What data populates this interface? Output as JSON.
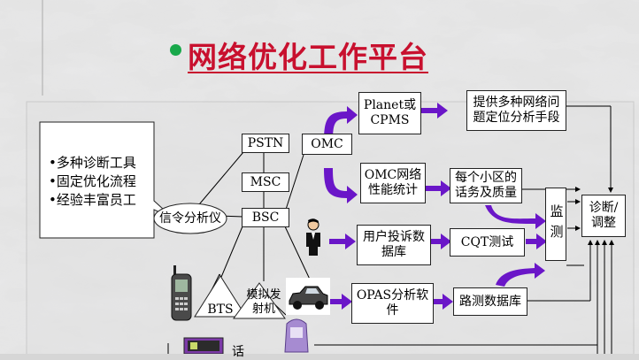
{
  "title": "网络优化工作平台",
  "callout": {
    "items": [
      "•多种诊断工具",
      "•固定优化流程",
      "•经验丰富员工"
    ]
  },
  "nodes": {
    "pstn": "PSTN",
    "omc": "OMC",
    "msc": "MSC",
    "bsc": "BSC",
    "bts": "BTS",
    "signal_analyzer": "信令分析仪",
    "sim_transmitter": "模拟发射机",
    "planet_cpms": "Planet或CPMS",
    "omc_stats": "OMC网络性能统计",
    "complaint_db": "用户投诉数据库",
    "opas": "OPAS分析软件",
    "multi_diag": "提供多种网络问题定位分析手段",
    "cell_traffic": "每个小区的话务及质量",
    "cqt": "CQT测试",
    "drive_db": "路测数据库",
    "monitor": "监测",
    "diagnose": "诊断/调整",
    "partial_bottom": "话"
  },
  "colors": {
    "title": "#c8102e",
    "arrow": "#6a16c8",
    "dot": "#18a84a"
  },
  "icons": [
    "mobile-phone-icon",
    "person-icon",
    "car-icon",
    "handset-icon",
    "test-device-icon"
  ]
}
